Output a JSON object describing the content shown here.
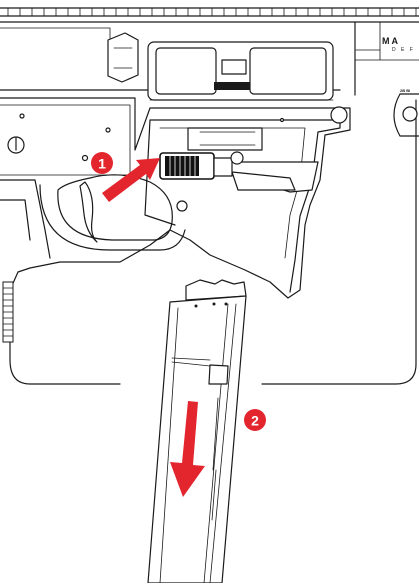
{
  "diagram": {
    "steps": [
      {
        "number": "1",
        "action": "push-magazine-release-button"
      },
      {
        "number": "2",
        "action": "pull-magazine-down"
      }
    ],
    "brand_lines": [
      "MA",
      "D E F"
    ],
    "marking_text": "2B Bl",
    "colors": {
      "callout": "#e3262e",
      "arrow": "#e3262e",
      "line": "#1a1a1a",
      "background": "#ffffff"
    }
  }
}
